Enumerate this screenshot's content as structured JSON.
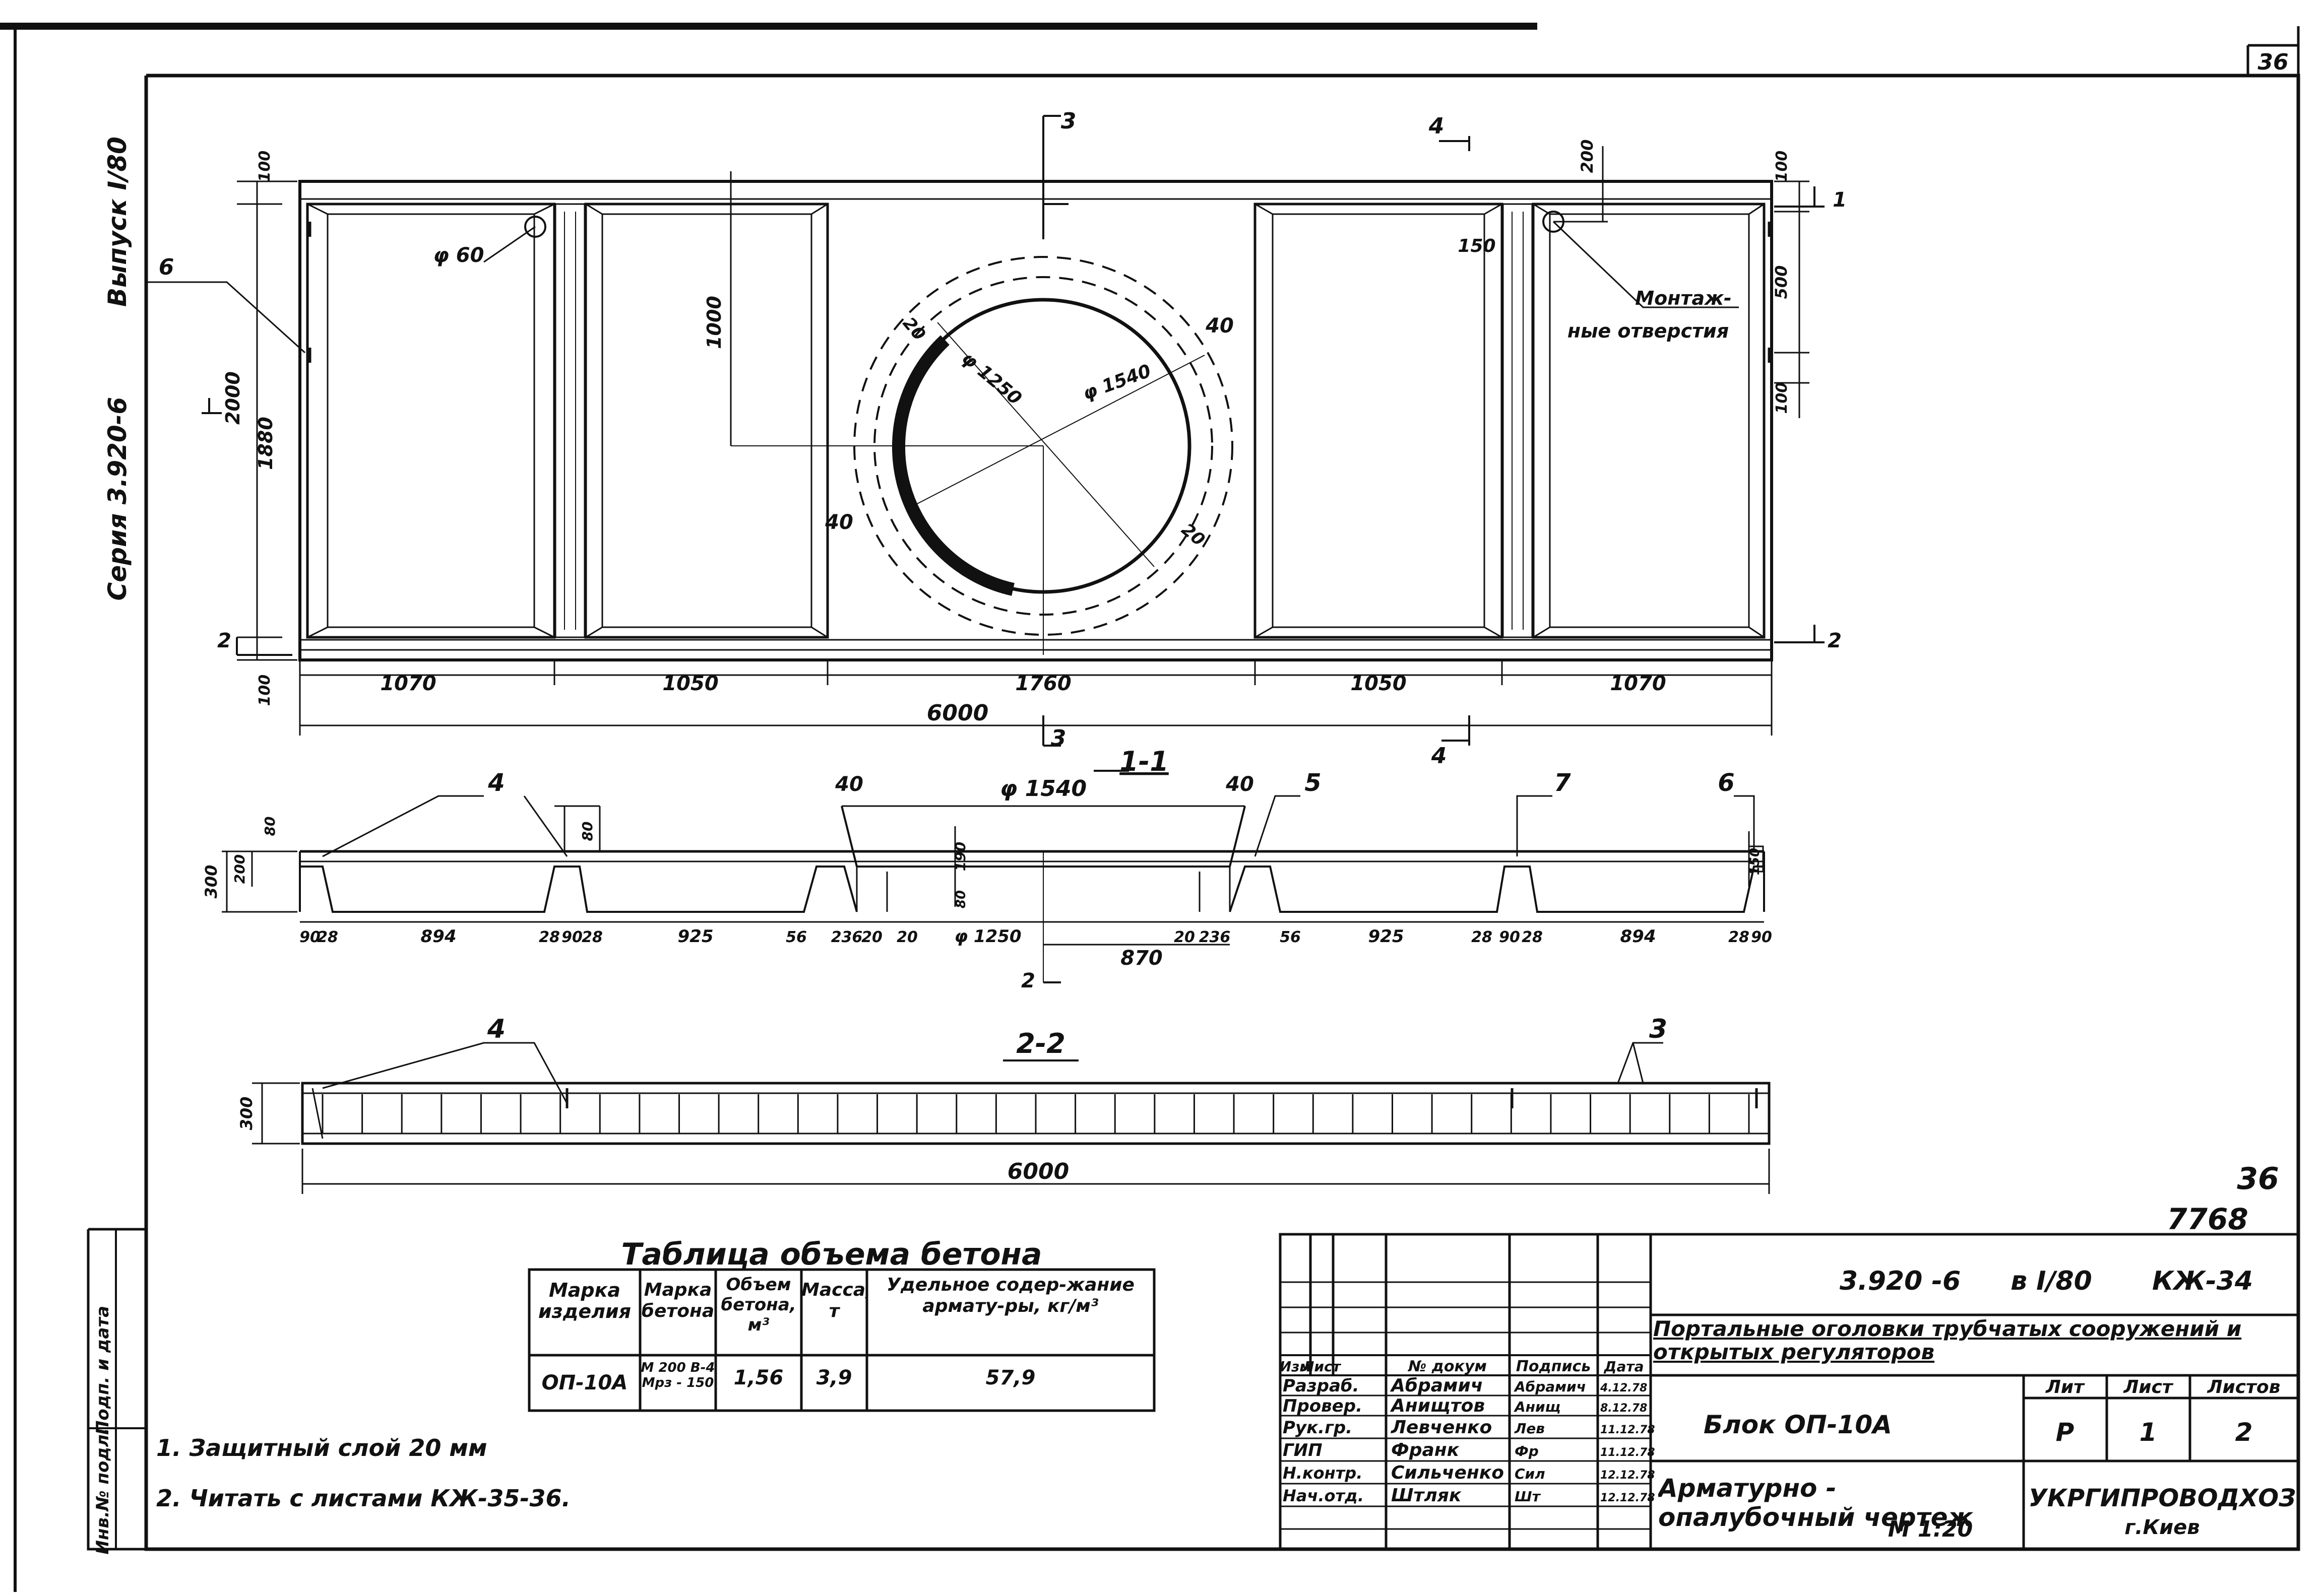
{
  "sheet": {
    "page_number": "36",
    "page_number_lower": "36",
    "registry_number": "7768",
    "side_series": "Серия 3.920-6",
    "side_issue": "Выпуск I/80"
  },
  "plan": {
    "dims_bottom": [
      "1070",
      "1050",
      "1760",
      "1050",
      "1070"
    ],
    "overall": "6000",
    "height_left": "1880",
    "height_left_sub": "2000",
    "left_top": "100",
    "left_bottom": "100",
    "mount_hole": "φ 60",
    "inner_height": "1000",
    "circle_inner": "φ 1250",
    "circle_outer": "φ 1540",
    "chamfer_tl": "20",
    "chamfer_tr": "40",
    "chamfer_bl": "40",
    "chamfer_br": "20",
    "right_top": "100",
    "right_200": "200",
    "right_500": "500",
    "right_100": "100",
    "right_150": "150",
    "mount_note_1": "Монтаж-",
    "mount_note_2": "ные отверстия",
    "cut1": "1",
    "cut2": "2",
    "cut3": "3",
    "cut4": "4",
    "callout6": "6"
  },
  "section11": {
    "title": "1-1",
    "top_dim": "φ 1540",
    "left_chamfer": "40",
    "right_chamfer": "40",
    "callouts": [
      "4",
      "5",
      "7",
      "6"
    ],
    "left_height": "300",
    "left_200": "200",
    "left_80": "80",
    "rib_80": "80",
    "mid_190": "190",
    "mid_80": "80",
    "right_150": "150",
    "bottom_dims": [
      "90",
      "28",
      "894",
      "28",
      "90",
      "28",
      "925",
      "56",
      "236",
      "20",
      "20",
      "φ 1250",
      "20",
      "236",
      "56",
      "925",
      "28",
      "90",
      "28",
      "894",
      "28",
      "90"
    ],
    "dim_870": "870",
    "cut2": "2"
  },
  "section22": {
    "title": "2-2",
    "height": "300",
    "length": "6000",
    "callout4": "4",
    "callout3": "3"
  },
  "concrete_table": {
    "title": "Таблица объема бетона",
    "headers": [
      "Марка изделия",
      "Марка бетона",
      "Объем бетона, м³",
      "Масса, т",
      "Удельное содер-жание армату-ры, кг/м³"
    ],
    "row": [
      "ОП-10А",
      "М 200 В-4 Мрз - 150",
      "1,56",
      "3,9",
      "57,9"
    ]
  },
  "notes": [
    "1. Защитный слой 20 мм",
    "2. Читать с листами КЖ-35-36."
  ],
  "left_strip": [
    "Инв.№ подл.",
    "Подп. и дата"
  ],
  "title_block": {
    "code": "3.920 -6",
    "issue": "в I/80",
    "sheet_code": "КЖ-34",
    "project": "Портальные оголовки трубчатых сооружений и открытых регуляторов",
    "part": "Блок ОП-10А",
    "drawing": "Арматурно - опалубочный чертеж",
    "scale": "М 1:20",
    "org": "УКРГИПРОВОДХОЗ",
    "city": "г.Киев",
    "lit_label": "Лит",
    "list_label": "Лист",
    "lists_label": "Листов",
    "lit": "Р",
    "list": "1",
    "lists": "2",
    "col_headers": [
      "Изм",
      "Лист",
      "№ докум",
      "Подпись",
      "Дата"
    ],
    "roles": [
      "Разраб.",
      "Провер.",
      "Рук.гр.",
      "ГИП",
      "Н.контр.",
      "Нач.отд."
    ],
    "names": [
      "Абрамич",
      "Анищтов",
      "Левченко",
      "Франк",
      "Сильченко",
      "Штляк"
    ],
    "signs": [
      "Абрамич",
      "Анищ",
      "Лев",
      "Фр",
      "Сил",
      "Шт"
    ],
    "dates": [
      "4.12.78",
      "8.12.78",
      "11.12.78",
      "11.12.78",
      "12.12.78",
      "12.12.78"
    ]
  }
}
